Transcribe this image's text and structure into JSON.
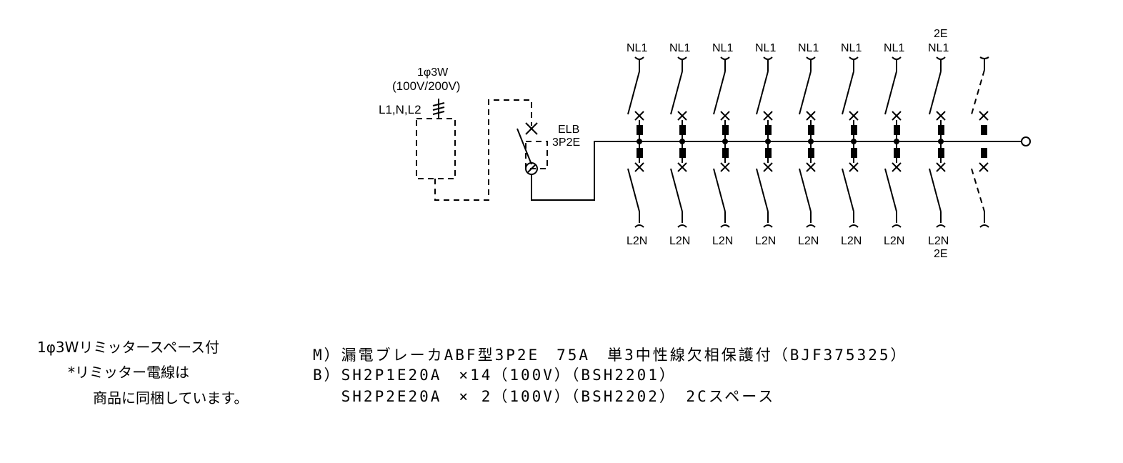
{
  "supply": {
    "phase": "1φ3W",
    "voltage": "(100V/200V)",
    "lines": "L1,N,L2"
  },
  "main_breaker": {
    "type": "ELB",
    "poles": "3P2E"
  },
  "branch_top_labels": [
    "NL1",
    "NL1",
    "NL1",
    "NL1",
    "NL1",
    "NL1",
    "NL1",
    "NL1"
  ],
  "branch_top_extra": "2E",
  "branch_bottom_labels": [
    "L2N",
    "L2N",
    "L2N",
    "L2N",
    "L2N",
    "L2N",
    "L2N",
    "L2N"
  ],
  "branch_bottom_extra": "2E",
  "notes": {
    "line1": "1φ3Wリミッタースペース付",
    "line2": "*リミッター電線は",
    "line3": "商品に同梱しています。"
  },
  "specs": {
    "line1": "M）漏電ブレーカABF型3P2E　75A　単3中性線欠相保護付（BJF375325）",
    "line2": "B）SH2P1E20A　×14（100V）（BSH2201）",
    "line3": "　 SH2P2E20A　× 2（100V）（BSH2202）　2Cスペース"
  }
}
